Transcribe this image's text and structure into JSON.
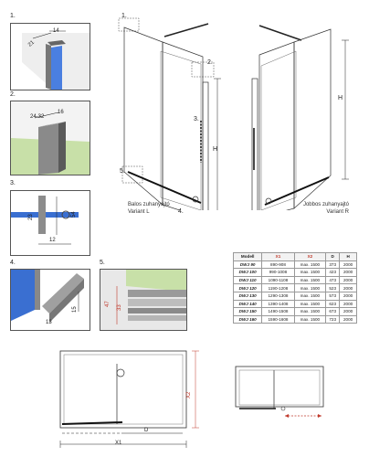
{
  "steps": {
    "s1": "1.",
    "s2": "2.",
    "s3": "3.",
    "s4": "4.",
    "s5": "5."
  },
  "detail1": {
    "d_a": "21",
    "d_b": "14"
  },
  "detail2": {
    "d_a": "24-32",
    "d_b": "16"
  },
  "detail3": {
    "d_a": "23",
    "d_b": "54",
    "d_c": "12"
  },
  "detail4": {
    "d_a": "15",
    "d_b": "13"
  },
  "detail5": {
    "d_a": "47",
    "d_b": "33"
  },
  "variant_left": {
    "line1": "Balos zuhanyajtó",
    "line2": "Variant L",
    "callouts": [
      "1.",
      "2.",
      "3.",
      "4.",
      "5."
    ],
    "height_label": "H"
  },
  "variant_right": {
    "line1": "Jobbos zuhanyajtó",
    "line2": "Variant R",
    "height_label": "H"
  },
  "table": {
    "headers": [
      "Modell",
      "X1",
      "X2",
      "D",
      "H"
    ],
    "rows": [
      [
        "DWJ 90",
        "890-908",
        "max. 1500",
        "373",
        "2000"
      ],
      [
        "DWJ 100",
        "990-1008",
        "max. 1500",
        "423",
        "2000"
      ],
      [
        "DWJ 110",
        "1090-1108",
        "max. 1500",
        "473",
        "2000"
      ],
      [
        "DWJ 120",
        "1190-1208",
        "max. 1500",
        "523",
        "2000"
      ],
      [
        "DWJ 130",
        "1290-1308",
        "max. 1500",
        "573",
        "2000"
      ],
      [
        "DWJ 140",
        "1390-1408",
        "max. 1500",
        "623",
        "2000"
      ],
      [
        "DWJ 150",
        "1490-1508",
        "max. 1500",
        "673",
        "2000"
      ],
      [
        "DWJ 160",
        "1590-1608",
        "max. 1500",
        "723",
        "2000"
      ]
    ]
  },
  "plan": {
    "x1": "X1",
    "x2": "X2",
    "d": "D"
  },
  "colors": {
    "accent_red": "#c0392b",
    "glass_blue": "#3a6fd1",
    "wall_green": "#c8e0a8"
  }
}
